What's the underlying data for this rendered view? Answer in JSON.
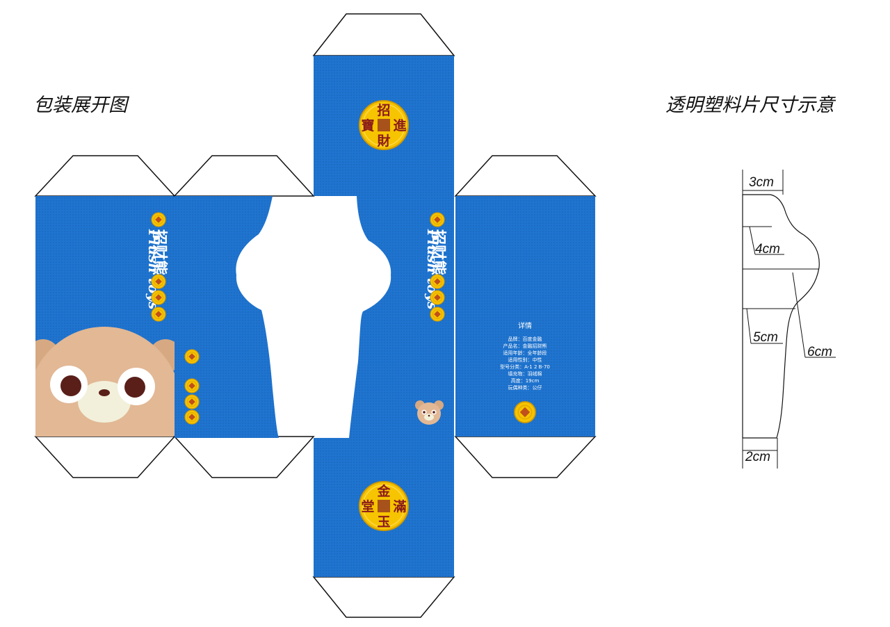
{
  "titles": {
    "dieline": "包装展开图",
    "window_template": "透明塑料片尺寸示意"
  },
  "brand": {
    "name_cn": "招财熊",
    "name_en": "Plush toys"
  },
  "coins": {
    "top": {
      "up": "招",
      "right": "進",
      "down": "財",
      "left": "寶"
    },
    "bottom": {
      "up": "金",
      "right": "滿",
      "down": "玉",
      "left": "堂"
    }
  },
  "details": {
    "title": "详情",
    "lines": [
      "品牌：百度金融",
      "产品名：金融招财熊",
      "适用年龄：全年龄段",
      "适用性别：中性",
      "型号分类：A-1 2 B-70",
      "填充物：羽绒棉",
      "高度：19cm",
      "玩偶种类：公仔"
    ]
  },
  "dimensions": {
    "top_width": "3cm",
    "notch_depth": "4cm",
    "neck_width": "5cm",
    "height": "6cm",
    "bottom_width": "2cm"
  },
  "colors": {
    "panel_blue": "#1f74cf",
    "coin_gold": "#f6c400",
    "coin_square": "#a7521b",
    "bear_fur": "#e2b895",
    "bear_muzzle": "#f2f0da",
    "bear_eye": "#5a1f19"
  }
}
